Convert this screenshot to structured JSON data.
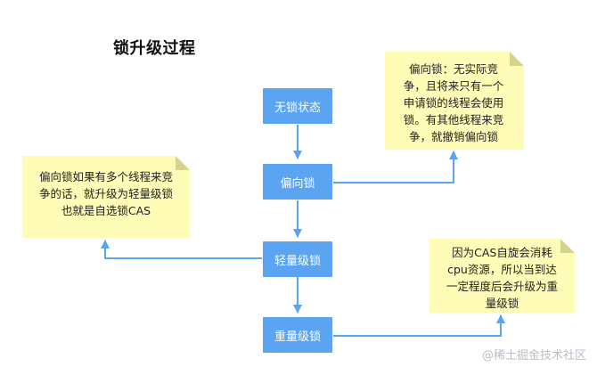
{
  "title": "锁升级过程",
  "states": [
    {
      "label": "无锁状态"
    },
    {
      "label": "偏向锁"
    },
    {
      "label": "轻量级锁"
    },
    {
      "label": "重量级锁"
    }
  ],
  "notes": {
    "biased": "偏向锁：无实际竞\n争，且将来只有一个\n申请锁的线程会使用\n锁。有其他线程来竞\n争，就撤销偏向锁",
    "lightweight": "偏向锁如果有多个线程来竞\n争的话，就升级为轻量级锁\n也就是自选锁CAS",
    "heavyweight": "因为CAS自旋会消耗\ncpu资源，所以当到达\n一定程度后会升级为重\n量级锁"
  },
  "watermark": "@稀土掘金技术社区",
  "colors": {
    "box": "#5aa4f2",
    "arrow": "#5aa4f2",
    "note": "#fffcb8"
  }
}
